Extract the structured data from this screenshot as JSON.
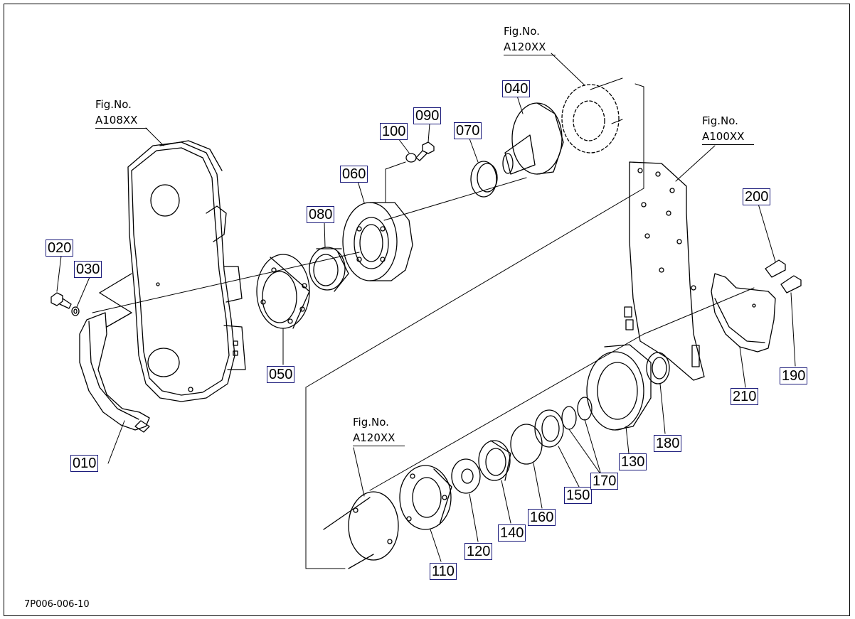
{
  "figure_refs": [
    {
      "line1": "Fig.No.",
      "line2": "A108XX"
    },
    {
      "line1": "Fig.No.",
      "line2": "A120XX"
    },
    {
      "line1": "Fig.No.",
      "line2": "A100XX"
    },
    {
      "line1": "Fig.No.",
      "line2": "A120XX"
    }
  ],
  "part_labels": [
    "010",
    "020",
    "030",
    "040",
    "050",
    "060",
    "070",
    "080",
    "090",
    "100",
    "110",
    "120",
    "130",
    "140",
    "150",
    "160",
    "170",
    "180",
    "190",
    "200",
    "210"
  ],
  "drawing_code": "7P006-006-10"
}
